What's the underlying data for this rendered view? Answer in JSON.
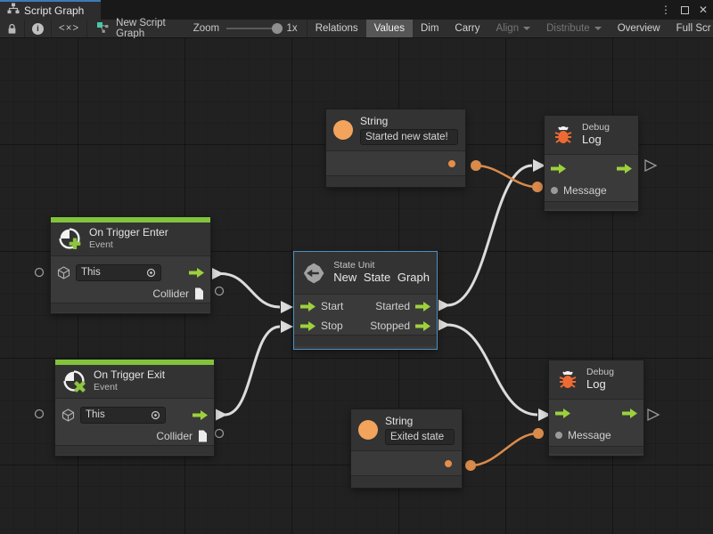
{
  "window": {
    "tab": {
      "title": "Script Graph"
    },
    "controls": {
      "menu": "⋮",
      "close": "✕"
    }
  },
  "toolbar": {
    "code_toggle": "<×>",
    "graph_name": "New Script Graph",
    "zoom_label": "Zoom",
    "zoom_value": "1x",
    "buttons": {
      "relations": "Relations",
      "values": "Values",
      "dim": "Dim",
      "carry": "Carry",
      "align": "Align",
      "distribute": "Distribute",
      "overview": "Overview",
      "fullscreen": "Full Scr"
    }
  },
  "graph": {
    "trigger_enter": {
      "title": "On Trigger Enter",
      "subtitle": "Event",
      "target_value": "This",
      "output_label": "Collider"
    },
    "trigger_exit": {
      "title": "On Trigger Exit",
      "subtitle": "Event",
      "target_value": "This",
      "output_label": "Collider"
    },
    "state_unit": {
      "kind": "State Unit",
      "title": "New State Graph",
      "in_start": "Start",
      "in_stop": "Stop",
      "out_started": "Started",
      "out_stopped": "Stopped"
    },
    "string_started": {
      "title": "String",
      "value": "Started new state!"
    },
    "string_exited": {
      "title": "String",
      "value": "Exited state"
    },
    "debug_top": {
      "kind": "Debug",
      "title": "Log",
      "message_label": "Message"
    },
    "debug_bottom": {
      "kind": "Debug",
      "title": "Log",
      "message_label": "Message"
    }
  },
  "colors": {
    "event_accent_green": "#82c33c",
    "flow_port_green": "#9dd13c",
    "string_orange": "#f2a45c",
    "wire_white": "#dcdcdc",
    "wire_orange": "#d98b4b",
    "selection_blue": "#4c8fc0",
    "bug_orange": "#ed6b33",
    "tab_accent_blue": "#3e79b9",
    "canvas_bg": "#212121",
    "node_bg": "#3a3a3a"
  }
}
